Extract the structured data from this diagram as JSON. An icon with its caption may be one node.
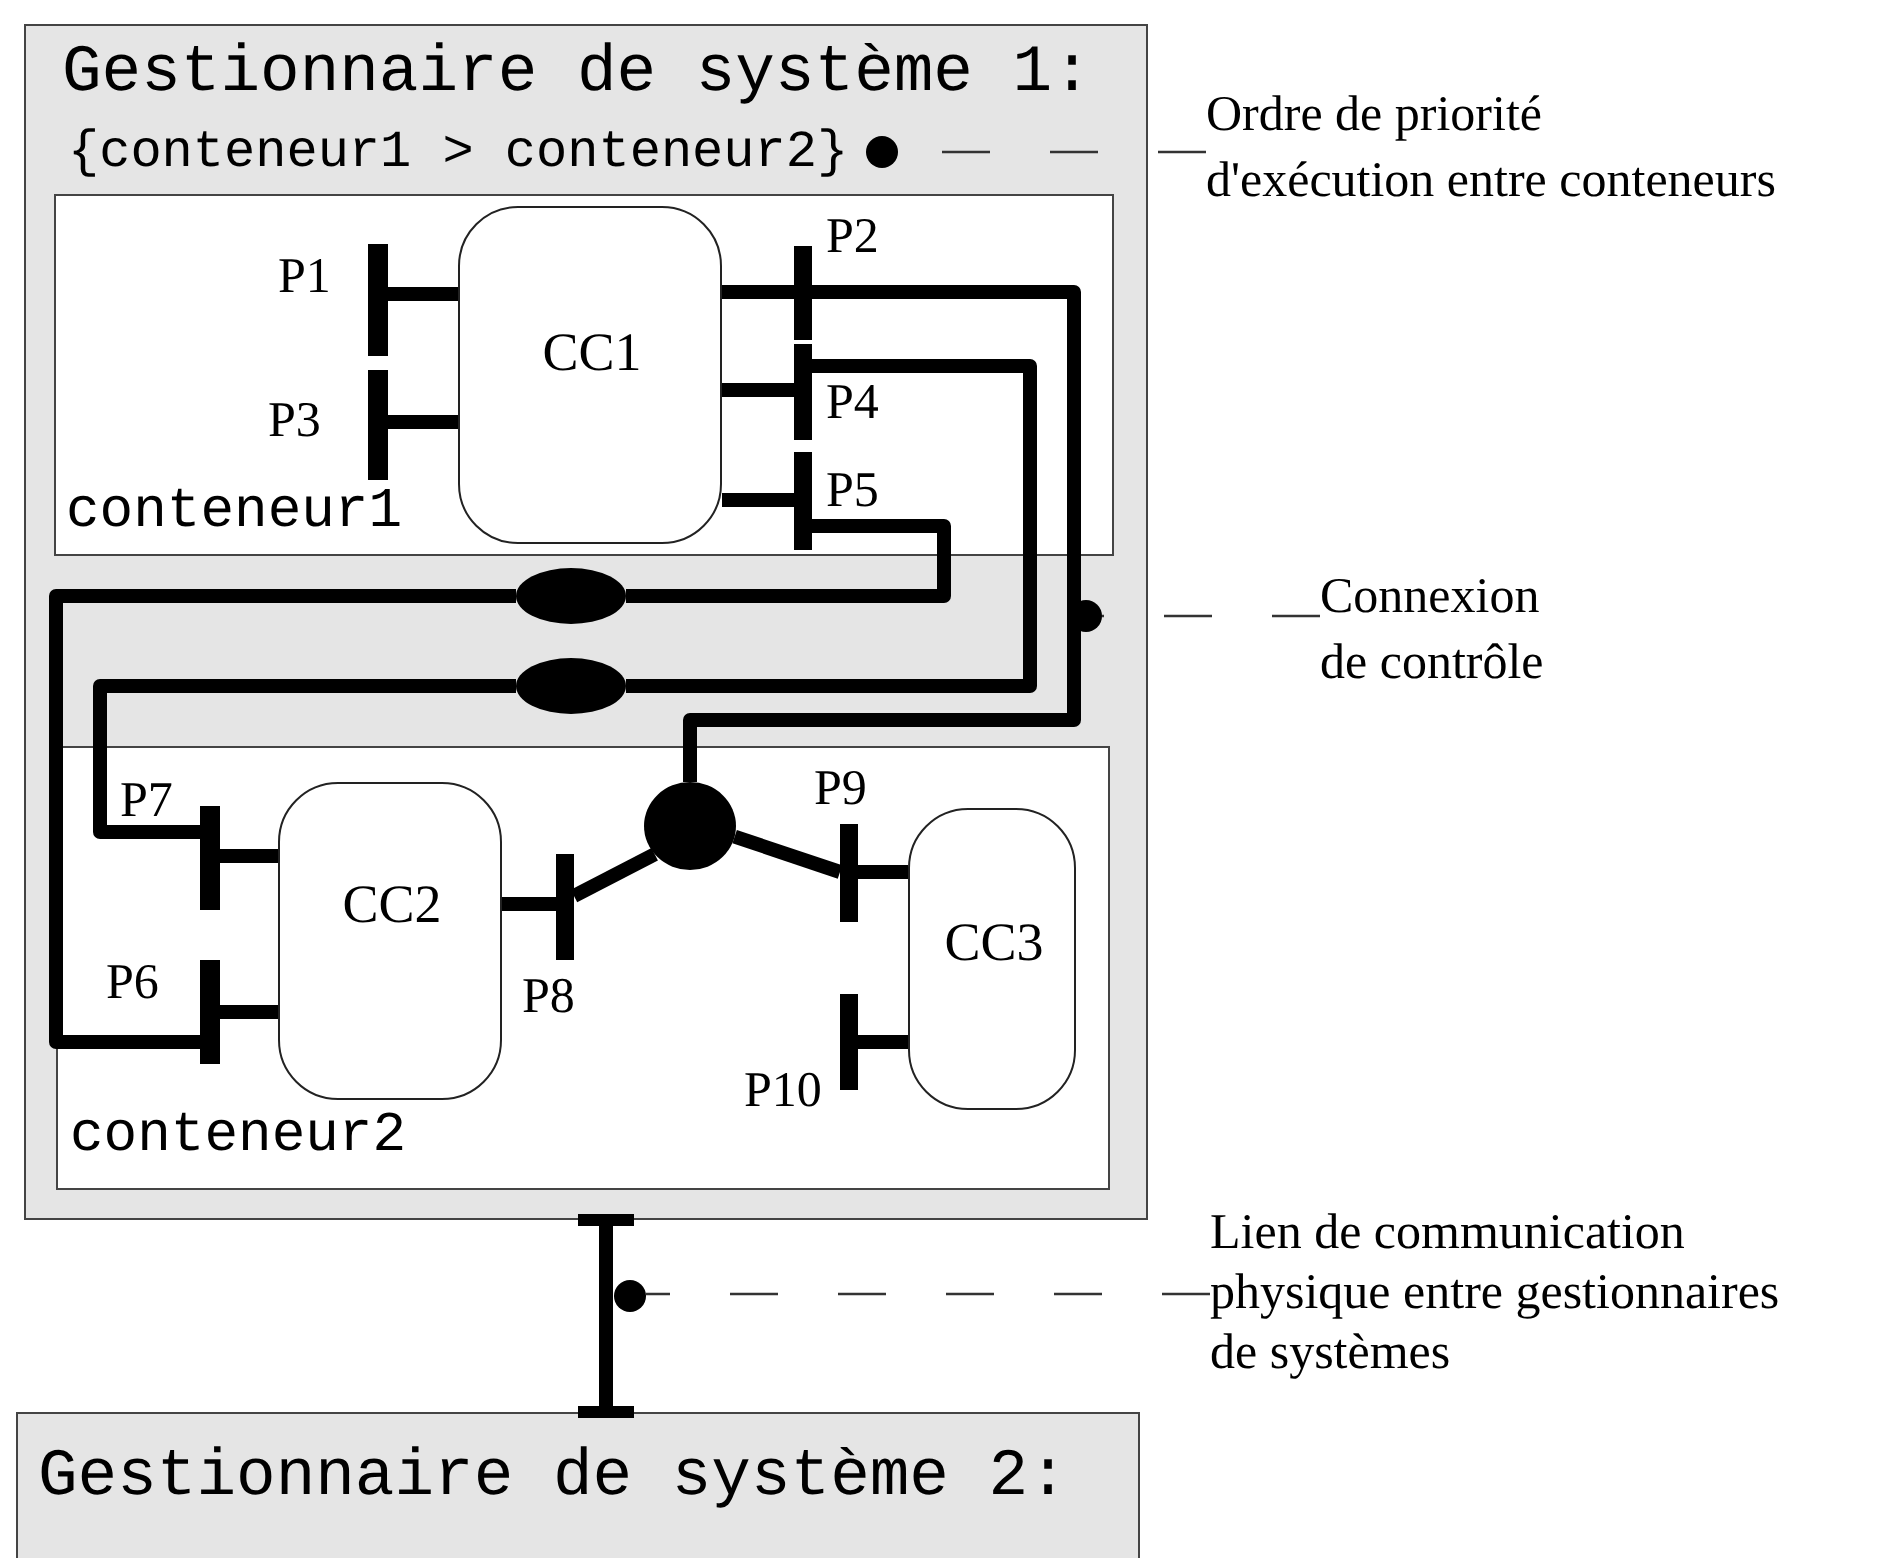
{
  "diagram": {
    "nodes": [
      {
        "text": [
          "Gestionnaire de système 1:",
          "{conteneur1 > conteneur2}"
        ]
      },
      {
        "text": [],
        "shape": "circle",
        "in": 0
      },
      {
        "text": [
          "Ordre de priorité d'exécution entre conteneurs"
        ]
      },
      {
        "text": [
          "conteneur1"
        ],
        "in": 0
      },
      {
        "text": [],
        "shape": "bar",
        "in": 3,
        "beside": [
          "P1"
        ]
      },
      {
        "text": [
          "CC1"
        ],
        "in": 3
      },
      {
        "text": [],
        "shape": "bar",
        "in": 3,
        "beside": [
          "P2"
        ]
      },
      {
        "text": [],
        "shape": "bar",
        "in": 3,
        "beside": [
          "P3"
        ]
      },
      {
        "text": [],
        "shape": "bar",
        "in": 3,
        "beside": [
          "P4"
        ]
      },
      {
        "text": [],
        "shape": "bar",
        "in": 3,
        "beside": [
          "P5"
        ]
      },
      {
        "text": [],
        "shape": "ellipse",
        "in": 0
      },
      {
        "text": [],
        "shape": "circle",
        "in": 0
      },
      {
        "text": [
          "Connexion de contrôle"
        ]
      },
      {
        "text": [],
        "shape": "ellipse",
        "in": 0
      },
      {
        "text": [
          "conteneur2"
        ],
        "in": 0
      },
      {
        "text": [],
        "shape": "bar",
        "in": 14,
        "beside": [
          "P7"
        ]
      },
      {
        "text": [],
        "shape": "circle",
        "in": 14
      },
      {
        "text": [],
        "shape": "bar",
        "in": 14,
        "beside": [
          "P9"
        ]
      },
      {
        "text": [
          "CC2"
        ],
        "in": 14
      },
      {
        "text": [],
        "shape": "bar",
        "in": 14,
        "beside": [
          "P8"
        ]
      },
      {
        "text": [
          "CC3"
        ],
        "in": 14
      },
      {
        "text": [],
        "shape": "bar",
        "in": 14,
        "beside": [
          "P6"
        ]
      },
      {
        "text": [],
        "shape": "bar",
        "in": 14,
        "beside": [
          "P10"
        ]
      },
      {
        "text": [],
        "shape": "circle"
      },
      {
        "text": [
          "Lien de communication physique entre gestionnaires de systèmes"
        ]
      },
      {
        "text": [
          "Gestionnaire de système 2:"
        ]
      }
    ],
    "edges": [
      {
        "from": 4,
        "to": 5,
        "arrow": "none"
      },
      {
        "from": 7,
        "to": 5,
        "arrow": "none"
      },
      {
        "from": 6,
        "to": 5,
        "arrow": "none"
      },
      {
        "from": 8,
        "to": 5,
        "arrow": "none"
      },
      {
        "from": 9,
        "to": 5,
        "arrow": "none"
      },
      {
        "from": 9,
        "to": 10,
        "arrow": "none"
      },
      {
        "from": 10,
        "to": 21,
        "arrow": "none"
      },
      {
        "from": 8,
        "to": 13,
        "arrow": "none"
      },
      {
        "from": 13,
        "to": 15,
        "arrow": "none"
      },
      {
        "from": 6,
        "to": 16,
        "arrow": "none"
      },
      {
        "from": 16,
        "to": 19,
        "arrow": "none"
      },
      {
        "from": 16,
        "to": 17,
        "arrow": "none"
      },
      {
        "from": 15,
        "to": 18,
        "arrow": "none"
      },
      {
        "from": 21,
        "to": 18,
        "arrow": "none"
      },
      {
        "from": 19,
        "to": 18,
        "arrow": "none"
      },
      {
        "from": 17,
        "to": 20,
        "arrow": "none"
      },
      {
        "from": 22,
        "to": 20,
        "arrow": "none"
      },
      {
        "from": 0,
        "to": 25,
        "arrow": "other"
      },
      {
        "from": 2,
        "to": 1,
        "arrow": "none",
        "style": "dashed"
      },
      {
        "from": 12,
        "to": 11,
        "arrow": "none",
        "style": "dashed"
      },
      {
        "from": 24,
        "to": 23,
        "arrow": "none",
        "style": "dashed"
      }
    ]
  }
}
